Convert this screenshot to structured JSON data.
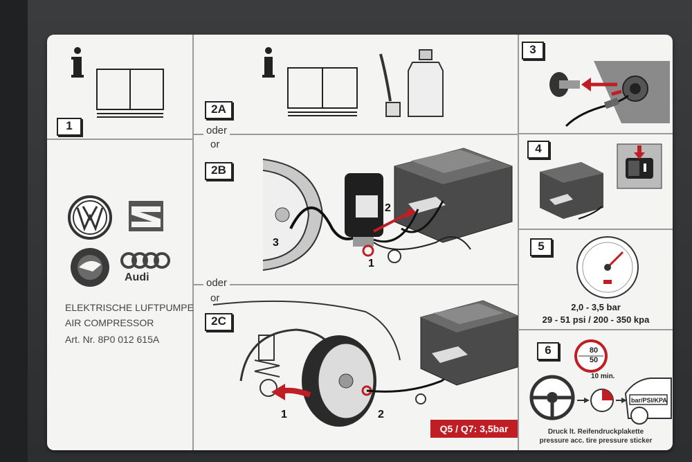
{
  "steps": {
    "s1": "1",
    "s2a": "2A",
    "s2b": "2B",
    "s2c": "2C",
    "s3": "3",
    "s4": "4",
    "s5": "5",
    "s6": "6"
  },
  "or_labels": {
    "oder1": "oder",
    "or1": "or",
    "oder2": "oder",
    "or2": "or"
  },
  "brands": {
    "audi": "Audi"
  },
  "product": {
    "line1": "ELEKTRISCHE LUFTPUMPE",
    "line2": "AIR COMPRESSOR",
    "art": "Art. Nr. 8P0 012 615A"
  },
  "callouts_2b": [
    "1",
    "2",
    "3"
  ],
  "callouts_2c": [
    "1",
    "2"
  ],
  "pressure": {
    "bar": "2,0 - 3,5 bar",
    "psi_kpa": "29 - 51 psi / 200 - 350 kpa"
  },
  "q5_q7": "Q5 / Q7: 3,5bar",
  "step6": {
    "speed_top": "80",
    "speed_bottom": "50",
    "time": "10 min.",
    "unit_label": "bar/PSI/KPA",
    "note_de": "Druck lt. Reifendruckplakette",
    "note_en": "pressure acc. tire pressure sticker"
  },
  "colors": {
    "accent_red": "#c01e25",
    "sticker_bg": "#f4f4f2"
  }
}
